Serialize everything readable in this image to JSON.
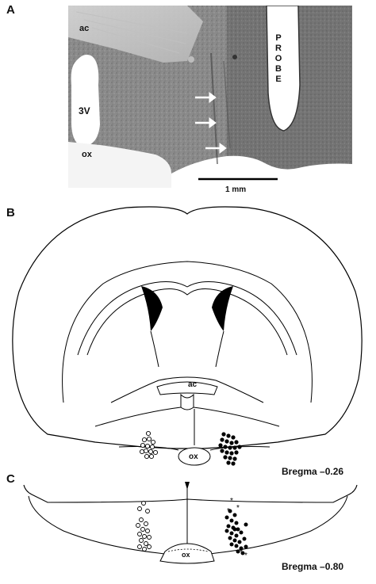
{
  "panels": {
    "a": {
      "letter": "A",
      "labels": {
        "ac": "ac",
        "third_ventricle": "3V",
        "ox": "ox",
        "probe": "PROBE"
      },
      "scale_bar": "1 mm"
    },
    "b": {
      "letter": "B",
      "labels": {
        "ac": "ac",
        "ox": "ox"
      },
      "bregma": "Bregma –0.26"
    },
    "c": {
      "letter": "C",
      "labels": {
        "ox": "ox"
      },
      "bregma": "Bregma –0.80"
    }
  }
}
